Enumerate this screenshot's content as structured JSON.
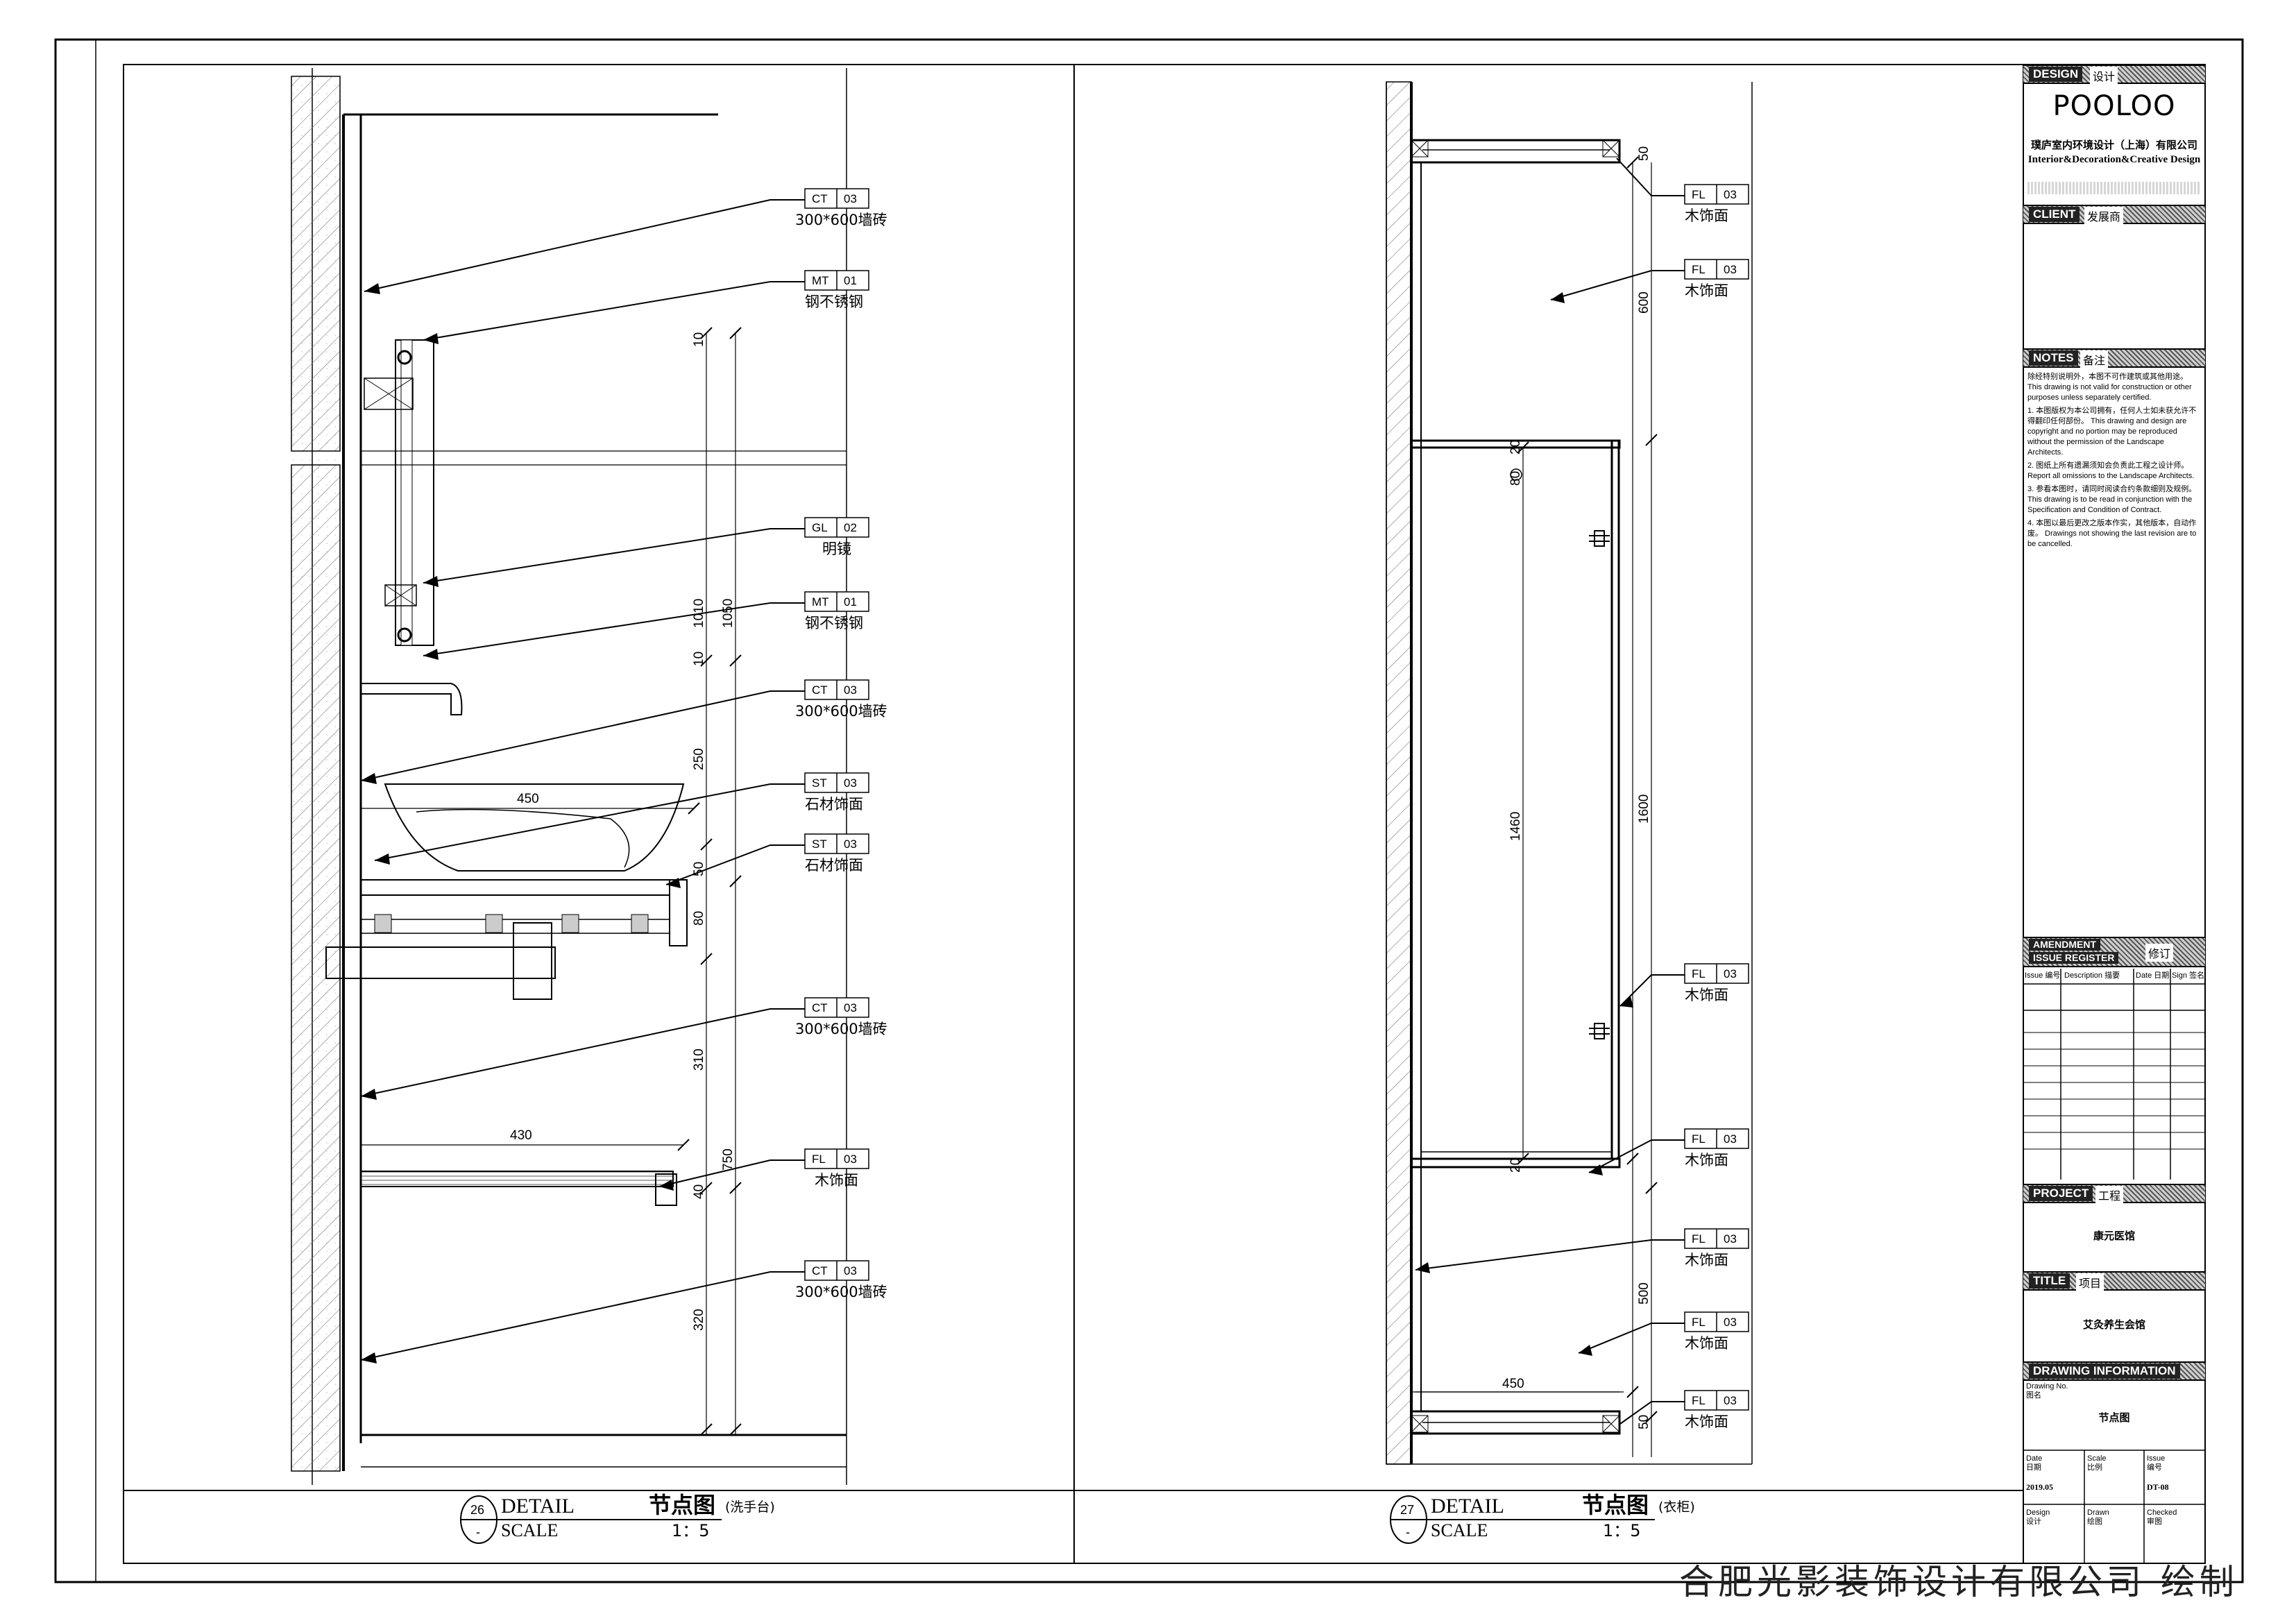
{
  "left_detail": {
    "callouts": [
      {
        "code": "CT",
        "num": "03",
        "text": "300*600墙砖"
      },
      {
        "code": "MT",
        "num": "01",
        "text": "钢不锈钢"
      },
      {
        "code": "GL",
        "num": "02",
        "text": "明镜"
      },
      {
        "code": "MT",
        "num": "01",
        "text": "钢不锈钢"
      },
      {
        "code": "CT",
        "num": "03",
        "text": "300*600墙砖"
      },
      {
        "code": "ST",
        "num": "03",
        "text": "石材饰面"
      },
      {
        "code": "ST",
        "num": "03",
        "text": "石材饰面"
      },
      {
        "code": "CT",
        "num": "03",
        "text": "300*600墙砖"
      },
      {
        "code": "FL",
        "num": "03",
        "text": "木饰面"
      },
      {
        "code": "CT",
        "num": "03",
        "text": "300*600墙砖"
      }
    ],
    "dims": [
      "450",
      "430",
      "10",
      "1010",
      "1050",
      "10",
      "250",
      "50",
      "80",
      "310",
      "750",
      "40",
      "320"
    ],
    "title": {
      "number": "26",
      "dash": "-",
      "label": "DETAIL",
      "cn": "节点图",
      "note": "(洗手台)",
      "scale_label": "SCALE",
      "scale": "1：5"
    }
  },
  "right_detail": {
    "callouts": [
      {
        "code": "FL",
        "num": "03",
        "text": "木饰面"
      },
      {
        "code": "FL",
        "num": "03",
        "text": "木饰面"
      },
      {
        "code": "FL",
        "num": "03",
        "text": "木饰面"
      },
      {
        "code": "FL",
        "num": "03",
        "text": "木饰面"
      },
      {
        "code": "FL",
        "num": "03",
        "text": "木饰面"
      },
      {
        "code": "FL",
        "num": "03",
        "text": "木饰面"
      },
      {
        "code": "FL",
        "num": "03",
        "text": "木饰面"
      }
    ],
    "dims": [
      "50",
      "600",
      "20",
      "1460",
      "1600",
      "20",
      "500",
      "450",
      "50",
      "80"
    ],
    "title": {
      "number": "27",
      "dash": "-",
      "label": "DETAIL",
      "cn": "节点图",
      "note": "(衣柜)",
      "scale_label": "SCALE",
      "scale": "1：5"
    }
  },
  "title_block": {
    "design_label": "DESIGN",
    "design_cn": "设计",
    "brand": "POOLOO",
    "company_cn": "璞庐室内环境设计（上海）有限公司",
    "company_en": "Interior&Decoration&Creative Design",
    "client_label": "CLIENT",
    "client_cn": "发展商",
    "notes_label": "NOTES",
    "notes_cn": "备注",
    "notes": [
      "除经特别说明外，本图不可作建筑或其他用途。 This drawing is not valid for construction or other purposes unless separately certified.",
      "1. 本图版权为本公司拥有，任何人士如未获允许不得翻印任何部份。 This drawing and design are copyright and no portion may be reproduced without the permission of the Landscape Architects.",
      "2. 图纸上所有遗漏须知会负责此工程之设计师。 Report all omissions to the Landscape Architects.",
      "3. 参看本图时，请同时阅读合约条款细则及规例。 This drawing is to be read in conjunction with the Specification and Condition of Contract.",
      "4. 本图以最后更改之版本作实，其他版本，自动作废。 Drawings not showing the last revision are to be cancelled."
    ],
    "amendment_label": "AMENDMENT",
    "issue_register_label": "ISSUE REGISTER",
    "amendment_cn": "修订",
    "amend_headers": [
      "Issue 编号",
      "Description  描要",
      "Date 日期",
      "Sign 签名"
    ],
    "project_label": "PROJECT",
    "project_cn": "工程",
    "project_name": "康元医馆",
    "title_label": "TITLE",
    "title_cn": "项目",
    "title_name": "艾灸养生会馆",
    "drawing_info_label": "DRAWING INFORMATION",
    "drawing_no_label": "Drawing No.",
    "drawing_no_cn": "图名",
    "drawing_name": "节点图",
    "date_label": "Date",
    "date_cn": "日期",
    "date": "2019.05",
    "scale_label": "Scale",
    "scale_cn": "比例",
    "issue_label": "Issue",
    "issue_cn": "编号",
    "issue": "DT-08",
    "design_row_label": "Design",
    "design_row_cn": "设计",
    "drawn_label": "Drawn",
    "drawn_cn": "绘图",
    "checked_label": "Checked",
    "checked_cn": "审图"
  },
  "footer_credit": "合肥光影装饰设计有限公司 绘制"
}
